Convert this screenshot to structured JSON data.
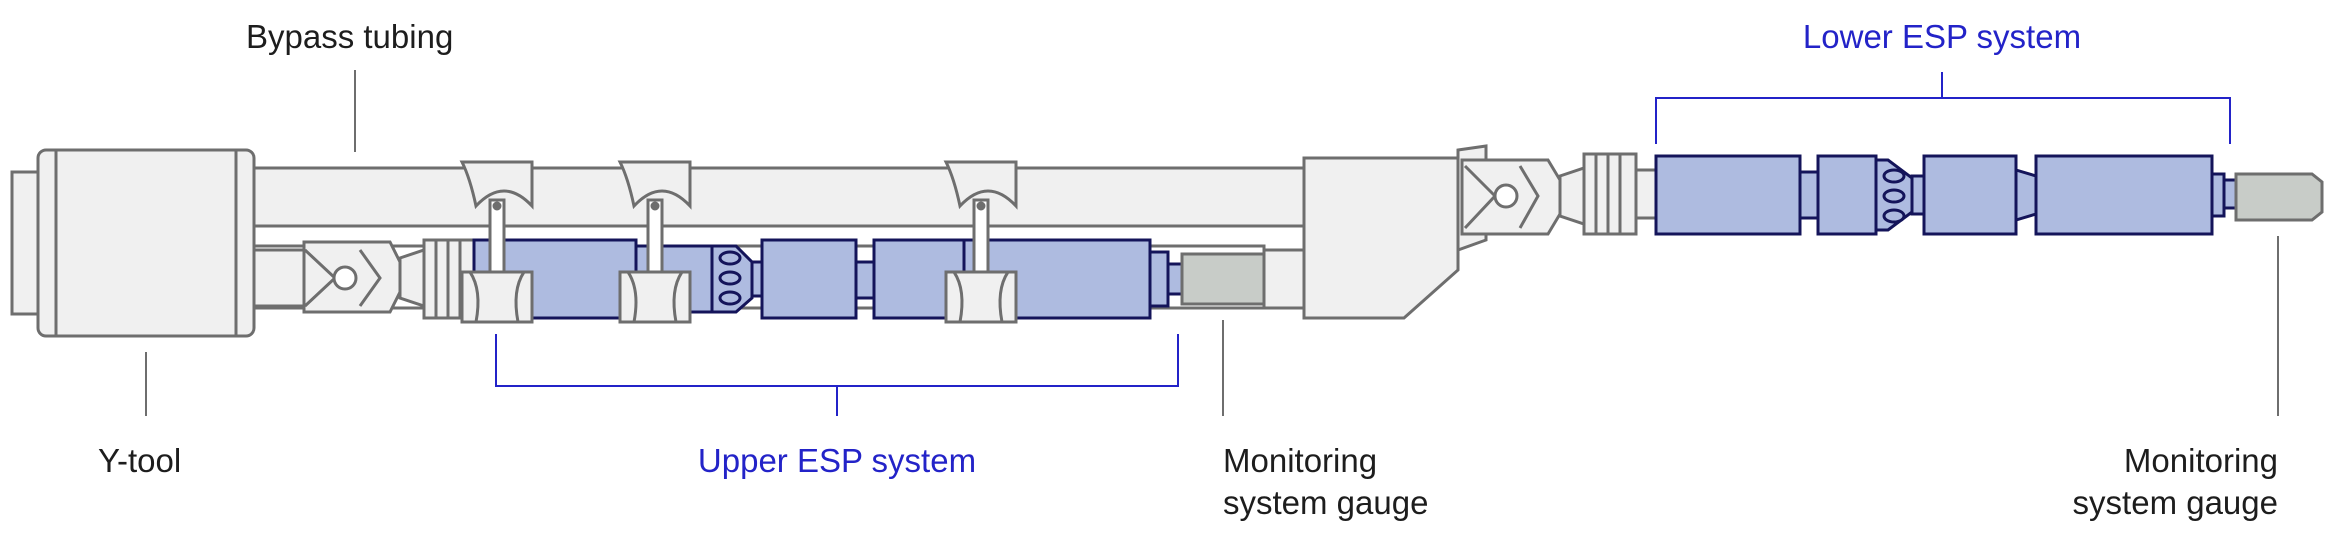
{
  "labels": {
    "bypass_tubing": "Bypass tubing",
    "y_tool": "Y-tool",
    "upper_esp": "Upper ESP system",
    "lower_esp": "Lower ESP system",
    "gauge_1_line1": "Monitoring",
    "gauge_1_line2": "system gauge",
    "gauge_2_line1": "Monitoring",
    "gauge_2_line2": "system gauge"
  },
  "colors": {
    "outline_gray": "#6e6e6e",
    "fill_gray": "#f0f0f0",
    "esp_fill": "#aebbe0",
    "esp_outline": "#14145a",
    "callout_blue": "#2323c8",
    "gauge_fill": "#c8ccc8",
    "text_dark": "#1d1d1d"
  }
}
